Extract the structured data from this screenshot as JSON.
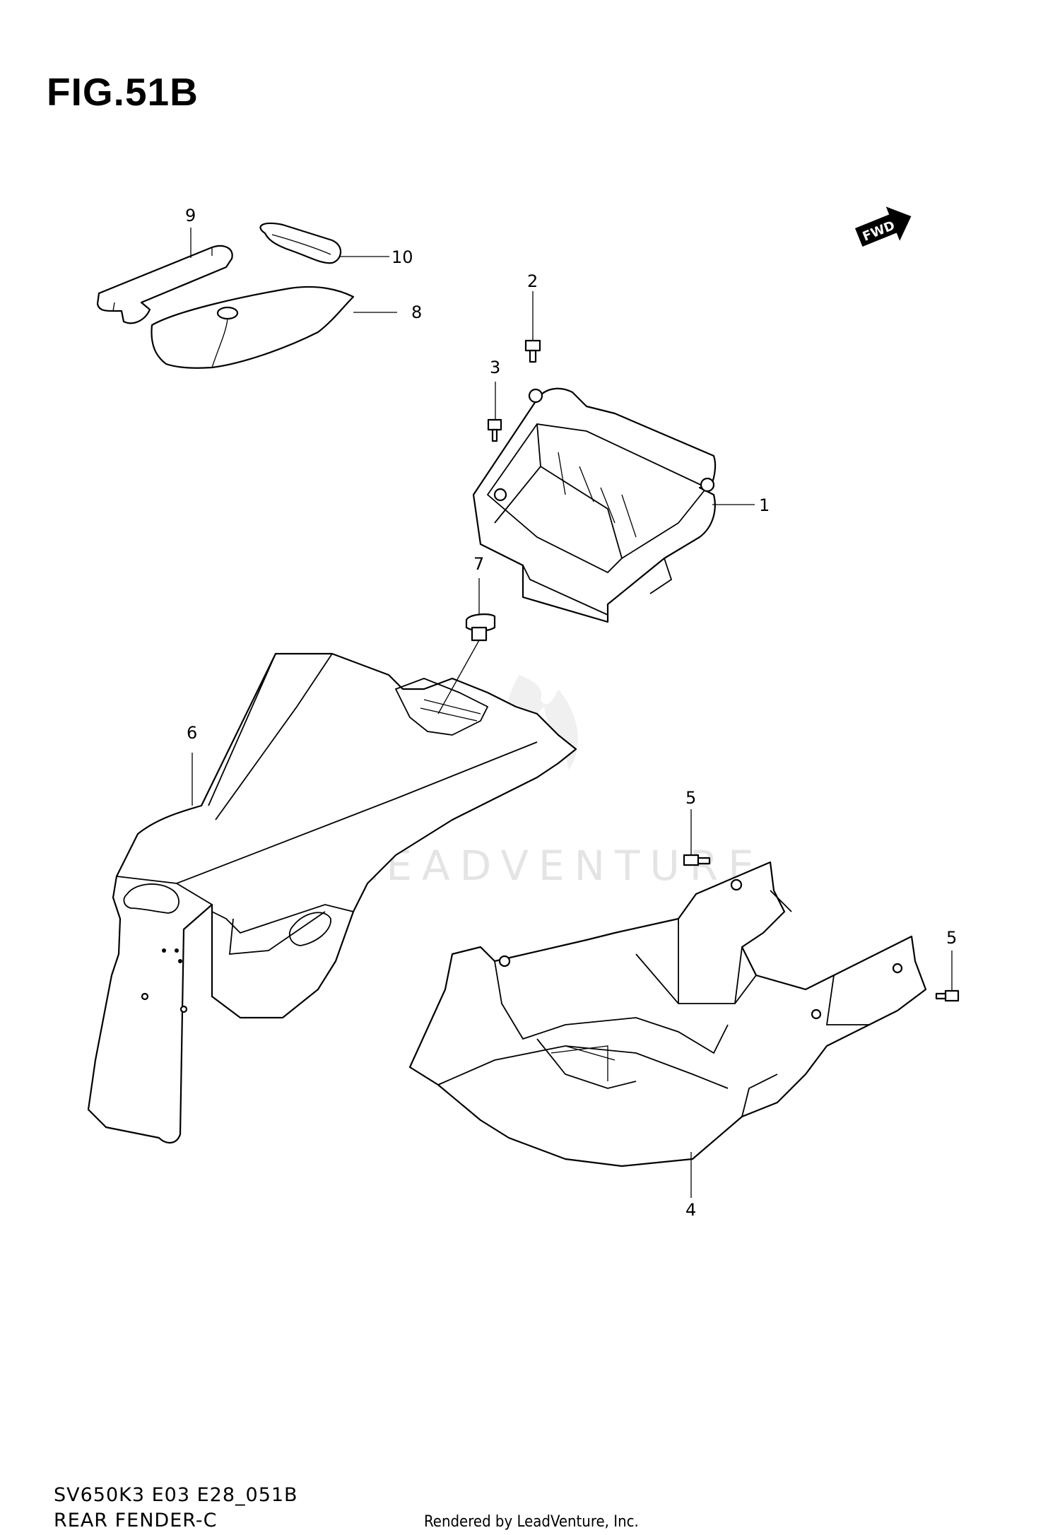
{
  "figure": {
    "title": "FIG.51B",
    "code": "SV650K3 E03 E28_051B",
    "name": "REAR FENDER-C"
  },
  "callouts": [
    "1",
    "2",
    "3",
    "4",
    "5",
    "5",
    "6",
    "7",
    "8",
    "9",
    "10"
  ],
  "direction_badge": "FWD",
  "watermark": "LEADVENTURE",
  "rendered_by": "Rendered by LeadVenture, Inc."
}
